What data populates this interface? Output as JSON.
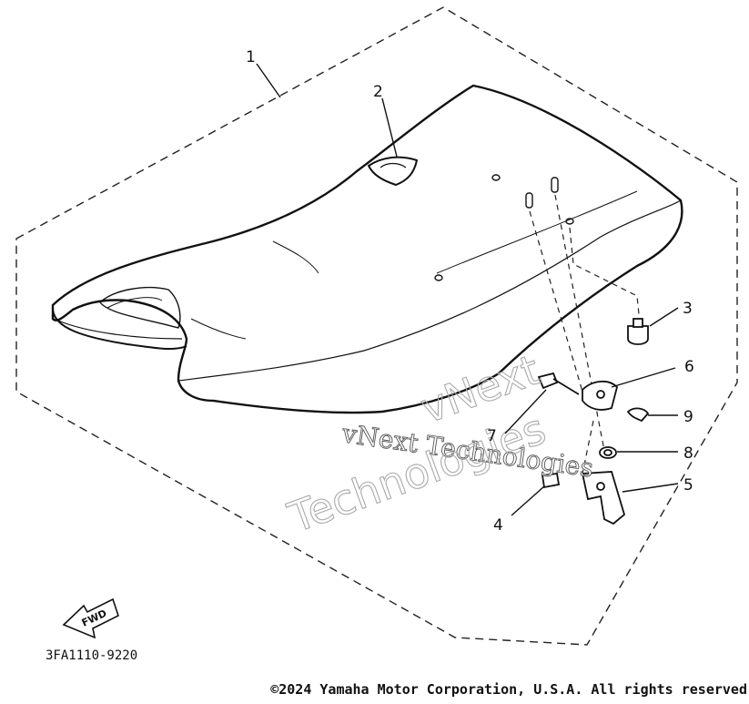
{
  "diagram": {
    "callouts": [
      "1",
      "2",
      "3",
      "4",
      "5",
      "6",
      "7",
      "8",
      "9"
    ],
    "part_code": "3FA1110-9220",
    "fwd_label": "FWD",
    "watermark": {
      "line1": "vNext Technologies",
      "line2_top": "vNext",
      "line2_bottom": "Technologies"
    }
  },
  "footer": {
    "copyright": "©2024 Yamaha Motor Corporation, U.S.A. All rights reserved"
  }
}
